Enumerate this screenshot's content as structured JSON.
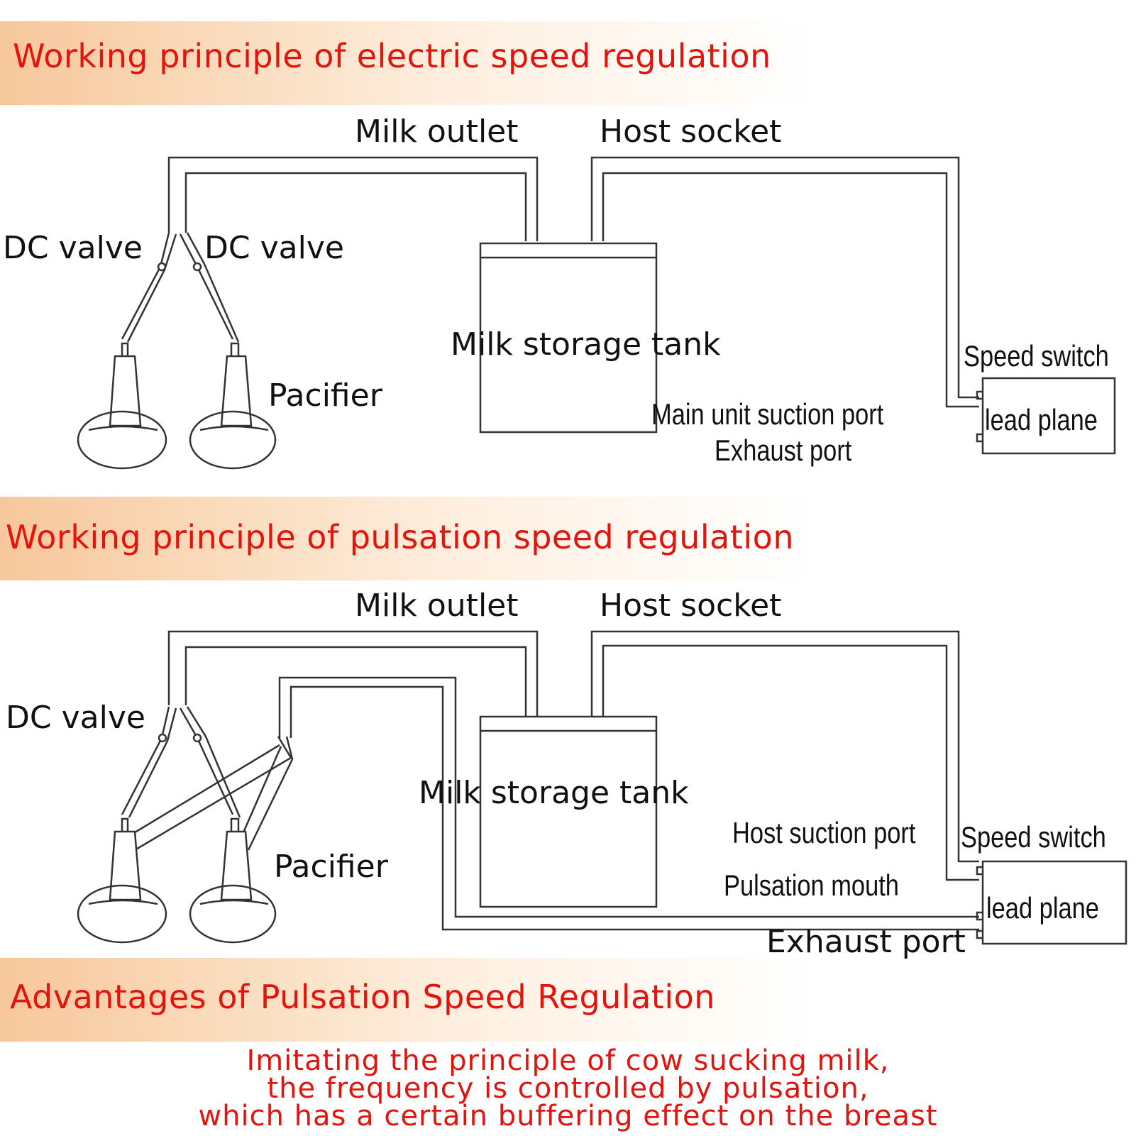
{
  "sections": {
    "electric": {
      "title": "Working principle of electric speed regulation",
      "labels": {
        "milk_outlet": "Milk outlet",
        "host_socket": "Host socket",
        "dc_valve_left": "DC valve",
        "dc_valve_right": "DC valve",
        "milk_storage_tank": "Milk storage tank",
        "pacifier": "Pacifier",
        "speed_switch": "Speed switch",
        "lead_plane": "lead plane",
        "main_unit_suction_port": "Main unit suction port",
        "exhaust_port": "Exhaust port"
      }
    },
    "pulsation": {
      "title": "Working principle of pulsation speed regulation",
      "labels": {
        "milk_outlet": "Milk outlet",
        "host_socket": "Host socket",
        "dc_valve": "DC valve",
        "milk_storage_tank": "Milk storage tank",
        "pacifier": "Pacifier",
        "host_suction_port": "Host suction port",
        "speed_switch": "Speed switch",
        "pulsation_mouth": "Pulsation mouth",
        "lead_plane": "lead plane",
        "exhaust_port": "Exhaust port"
      }
    },
    "advantages": {
      "title": "Advantages of Pulsation Speed Regulation",
      "lines": [
        "Imitating the principle of cow sucking milk,",
        "the frequency is controlled by pulsation,",
        "which has a certain buffering effect on the breast"
      ]
    }
  }
}
